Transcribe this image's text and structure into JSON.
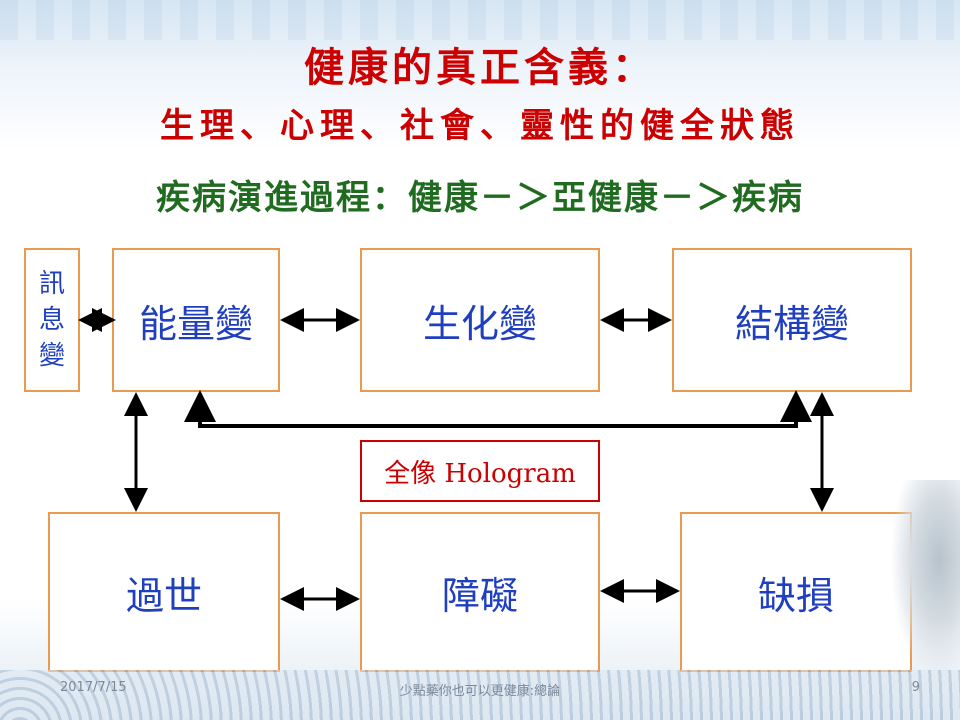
{
  "titles": {
    "line1": "健康的真正含義：",
    "line2": "生理、心理、社會、靈性的健全狀態",
    "line3": "疾病演進過程：健康－＞亞健康－＞疾病"
  },
  "boxes": {
    "info": [
      "訊",
      "息",
      "變"
    ],
    "energy": "能量變",
    "biochem": "生化變",
    "structure": "結構變",
    "death": "過世",
    "disorder": "障礙",
    "defect": "缺損",
    "hologram": "全像 Hologram"
  },
  "footer": {
    "date": "2017/7/15",
    "center": "少點藥你也可以更健康:總論",
    "page": "9"
  },
  "colors": {
    "title_red": "#cc0000",
    "title_green": "#1f6b1f",
    "box_border": "#e99a4e",
    "box_text": "#1f3fbf"
  }
}
